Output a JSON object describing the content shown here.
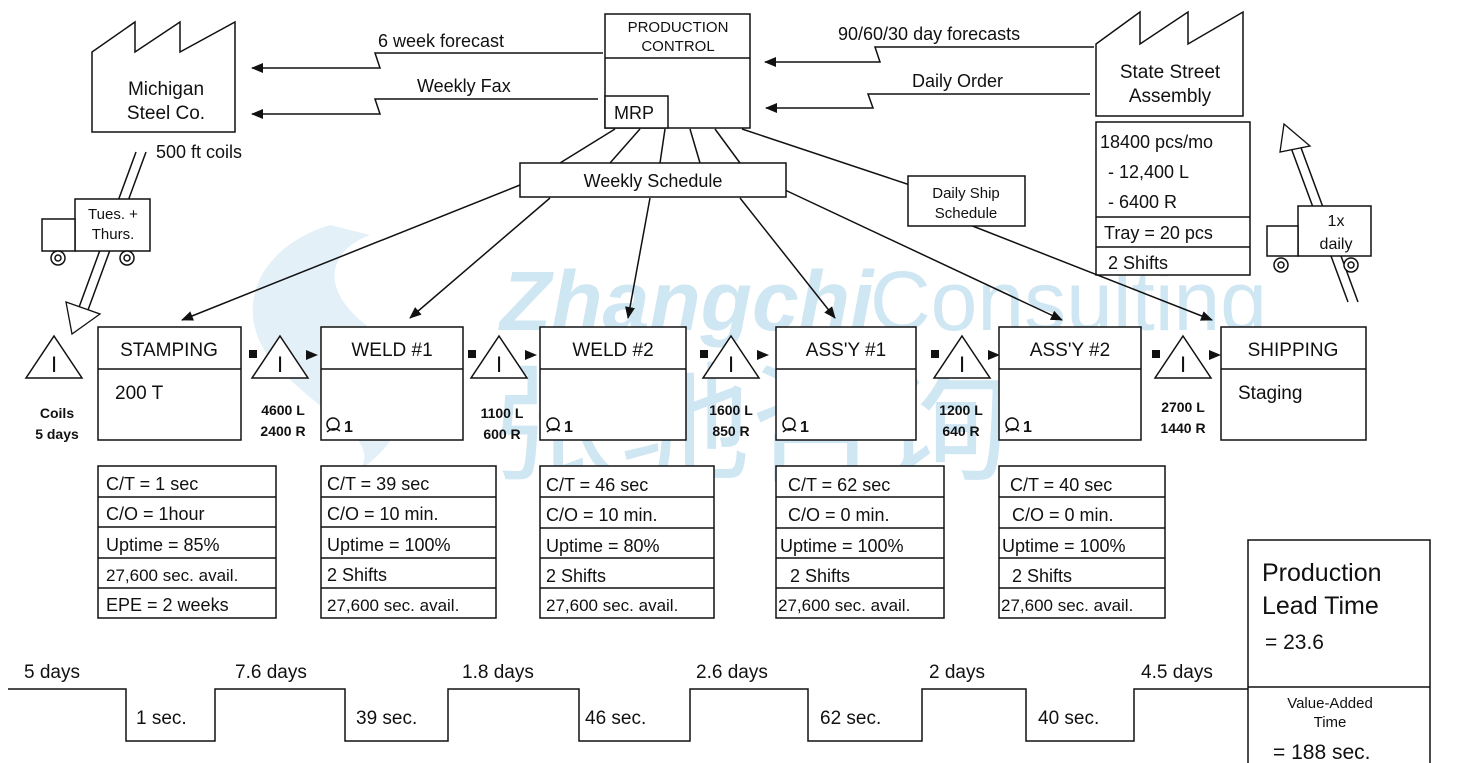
{
  "watermark": {
    "brand_bold": "Zhangchi",
    "brand_light": "Consulting",
    "chinese": "张驰咨询"
  },
  "production_control": {
    "title_line1": "PRODUCTION",
    "title_line2": "CONTROL",
    "mrp": "MRP"
  },
  "supplier": {
    "name_line1": "Michigan",
    "name_line2": "Steel Co.",
    "material": "500 ft coils",
    "truck_line1": "Tues. +",
    "truck_line2": "Thurs."
  },
  "customer": {
    "name_line1": "State Street",
    "name_line2": "Assembly",
    "data": [
      "18400 pcs/mo",
      "- 12,400 L",
      "- 6400 R",
      "Tray = 20 pcs",
      "2 Shifts"
    ],
    "truck_line1": "1x",
    "truck_line2": "daily"
  },
  "info_flows": {
    "six_week": "6 week forecast",
    "weekly_fax": "Weekly Fax",
    "forecast_90": "90/60/30 day forecasts",
    "daily_order": "Daily Order",
    "weekly_schedule": "Weekly Schedule",
    "daily_ship_line1": "Daily Ship",
    "daily_ship_line2": "Schedule"
  },
  "inventory": [
    {
      "symbol": "I",
      "line1": "Coils",
      "line2": "5 days"
    },
    {
      "symbol": "I",
      "line1": "4600 L",
      "line2": "2400 R"
    },
    {
      "symbol": "I",
      "line1": "1100 L",
      "line2": "600 R"
    },
    {
      "symbol": "I",
      "line1": "1600 L",
      "line2": "850 R"
    },
    {
      "symbol": "I",
      "line1": "1200 L",
      "line2": "640 R"
    },
    {
      "symbol": "I",
      "line1": "2700 L",
      "line2": "1440 R"
    }
  ],
  "processes": [
    {
      "name": "STAMPING",
      "detail": "200 T",
      "operators": ""
    },
    {
      "name": "WELD #1",
      "detail": "",
      "operators": "1"
    },
    {
      "name": "WELD  #2",
      "detail": "",
      "operators": "1"
    },
    {
      "name": "ASS'Y #1",
      "detail": "",
      "operators": "1"
    },
    {
      "name": "ASS'Y #2",
      "detail": "",
      "operators": "1"
    },
    {
      "name": "SHIPPING",
      "detail": "Staging",
      "operators": ""
    }
  ],
  "data_boxes": [
    [
      "C/T = 1 sec",
      "C/O = 1hour",
      "Uptime = 85%",
      "27,600 sec. avail.",
      "EPE = 2 weeks"
    ],
    [
      "C/T = 39 sec",
      "C/O = 10 min.",
      "Uptime = 100%",
      "2 Shifts",
      "27,600 sec. avail."
    ],
    [
      "C/T = 46 sec",
      "C/O = 10 min.",
      "Uptime = 80%",
      "2 Shifts",
      "27,600 sec. avail."
    ],
    [
      "C/T = 62 sec",
      "C/O = 0 min.",
      "Uptime = 100%",
      "2 Shifts",
      "27,600 sec. avail."
    ],
    [
      "C/T = 40 sec",
      "C/O = 0 min.",
      "Uptime = 100%",
      "2 Shifts",
      "27,600 sec. avail."
    ]
  ],
  "timeline": {
    "days": [
      "5 days",
      "7.6 days",
      "1.8 days",
      "2.6 days",
      "2 days",
      "4.5 days"
    ],
    "secs": [
      "1 sec.",
      "39 sec.",
      "46 sec.",
      "62 sec.",
      "40 sec."
    ]
  },
  "summary": {
    "plt_line1": "Production",
    "plt_line2": "Lead Time",
    "plt_value": "= 23.6",
    "va_line1": "Value-Added",
    "va_line2": "Time",
    "va_value": "= 188 sec."
  }
}
